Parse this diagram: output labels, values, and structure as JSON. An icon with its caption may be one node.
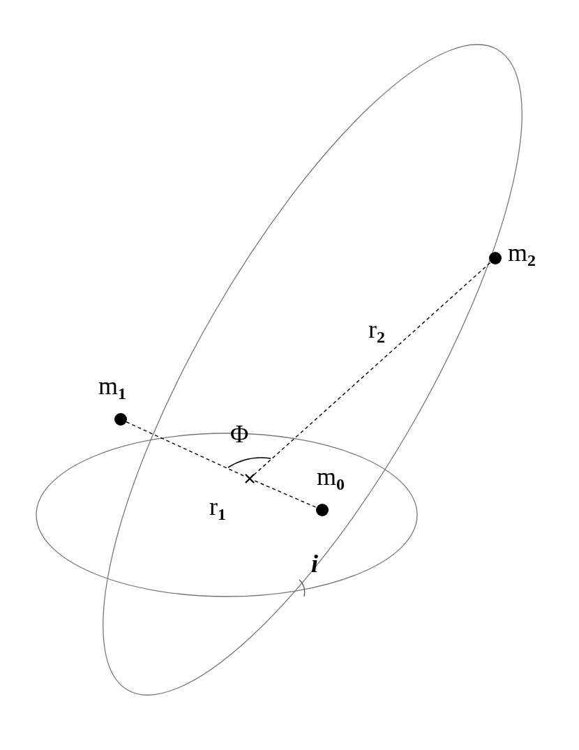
{
  "diagram": {
    "nodes": [
      {
        "text": [],
        "shape": "circle",
        "beside": [
          "m$_{2}$"
        ]
      },
      {
        "text": [],
        "shape": "circle",
        "beside": [
          "m$_{1}$"
        ]
      },
      {
        "text": [],
        "shape": "cross"
      },
      {
        "text": [],
        "shape": "circle",
        "beside": [
          "m$_{0}$"
        ]
      }
    ],
    "edges": [
      {
        "from": 1,
        "to": 2,
        "arrow": "none",
        "style": "dashed"
      },
      {
        "from": 2,
        "to": 3,
        "arrow": "none",
        "style": "dashed",
        "label": "r$_{1}$"
      },
      {
        "from": 2,
        "to": 0,
        "arrow": "none",
        "style": "dashed",
        "label": "r$_{2}$"
      }
    ],
    "labels": [
      "Φ",
      "i"
    ]
  }
}
